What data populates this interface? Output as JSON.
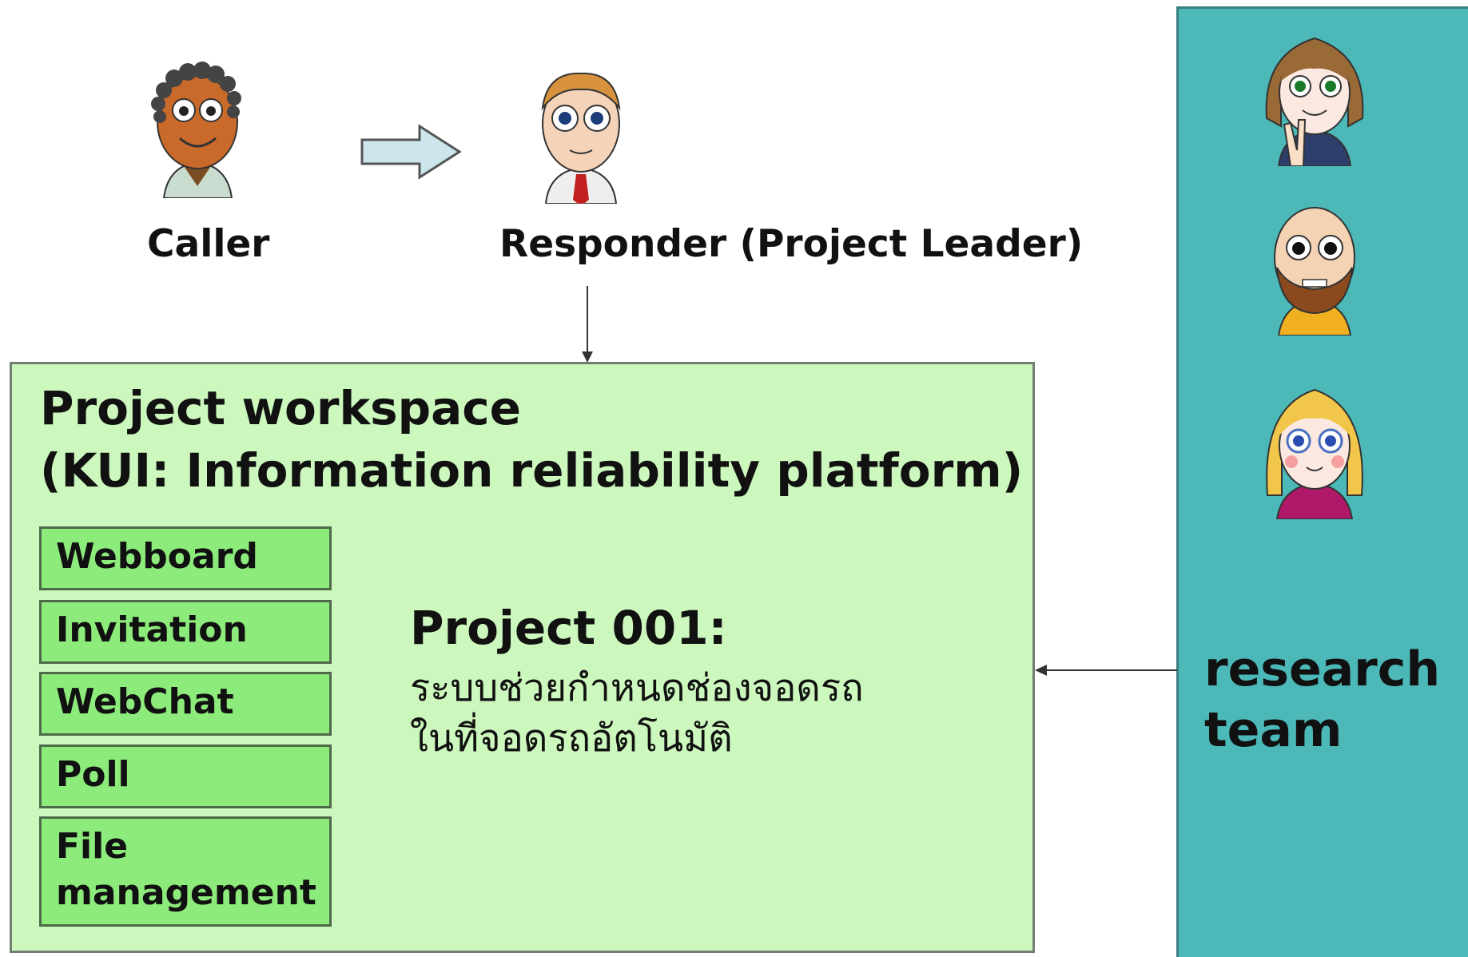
{
  "caller": {
    "label": "Caller"
  },
  "responder": {
    "label": "Responder (Project Leader)"
  },
  "workspace": {
    "title_line1": "Project workspace",
    "title_line2": "(KUI: Information reliability platform)",
    "tools": [
      {
        "label": "Webboard"
      },
      {
        "label": "Invitation"
      },
      {
        "label": "WebChat"
      },
      {
        "label": "Poll"
      },
      {
        "label_line1": "File",
        "label_line2": "management"
      }
    ]
  },
  "project": {
    "title": "Project 001:",
    "desc_line1": "ระบบช่วยกำหนดช่องจอดรถ",
    "desc_line2": "ในที่จอดรถอัตโนมัติ"
  },
  "team": {
    "label_line1": "research",
    "label_line2": "team"
  },
  "colors": {
    "workspace_bg": "#ccf7bd",
    "tool_bg": "#8deb7b",
    "team_bg": "#4cb8b8",
    "arrow_fill": "#cde6ee"
  },
  "icons": [
    "caller-avatar-icon",
    "responder-avatar-icon",
    "right-arrow-icon",
    "team-member-1-icon",
    "team-member-2-icon",
    "team-member-3-icon"
  ]
}
